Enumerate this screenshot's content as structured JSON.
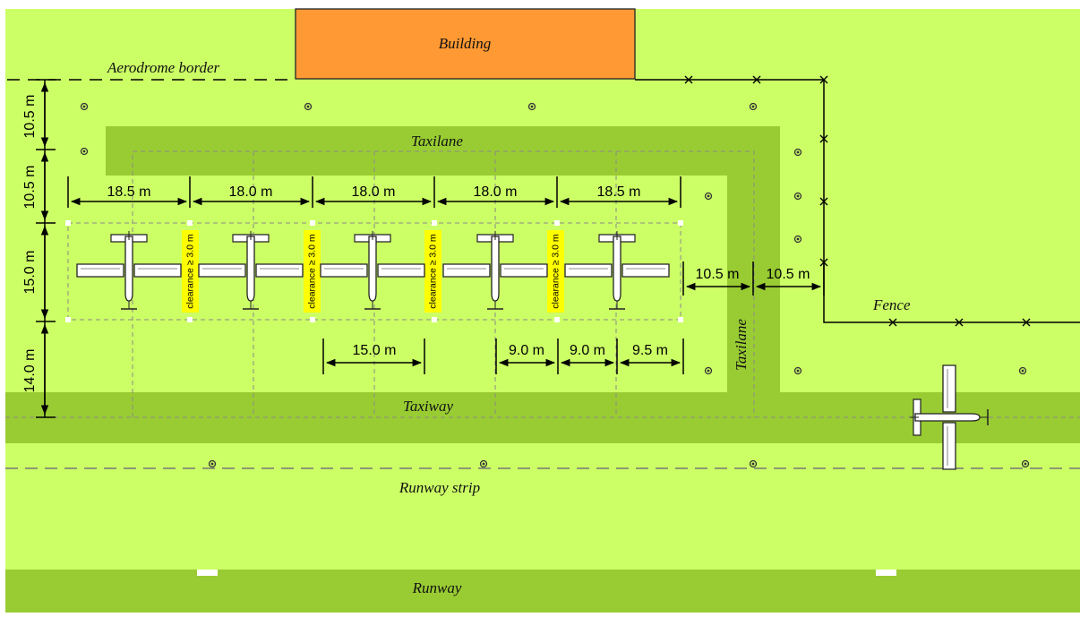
{
  "labels": {
    "building": "Building",
    "aerodrome_border": "Aerodrome border",
    "taxilane_top": "Taxilane",
    "taxilane_side": "Taxilane",
    "taxiway": "Taxiway",
    "runway_strip": "Runway strip",
    "runway": "Runway",
    "fence": "Fence"
  },
  "dimensions": {
    "left_1": "10.5 m",
    "left_2": "10.5 m",
    "left_3": "15.0 m",
    "left_4": "14.0 m",
    "stand_1": "18.5 m",
    "stand_2": "18.0 m",
    "stand_3": "18.0 m",
    "stand_4": "18.0 m",
    "stand_5": "18.5 m",
    "right_1": "10.5 m",
    "right_2": "10.5 m",
    "bottom_1": "15.0 m",
    "bottom_2": "9.0 m",
    "bottom_3": "9.0 m",
    "bottom_4": "9.5 m"
  },
  "clearance_label": "clearance ≥ 3.0 m",
  "colors": {
    "grass": "#ccff66",
    "pavement": "#99cc33",
    "building": "#ff9933",
    "clearance": "#ffff00"
  }
}
